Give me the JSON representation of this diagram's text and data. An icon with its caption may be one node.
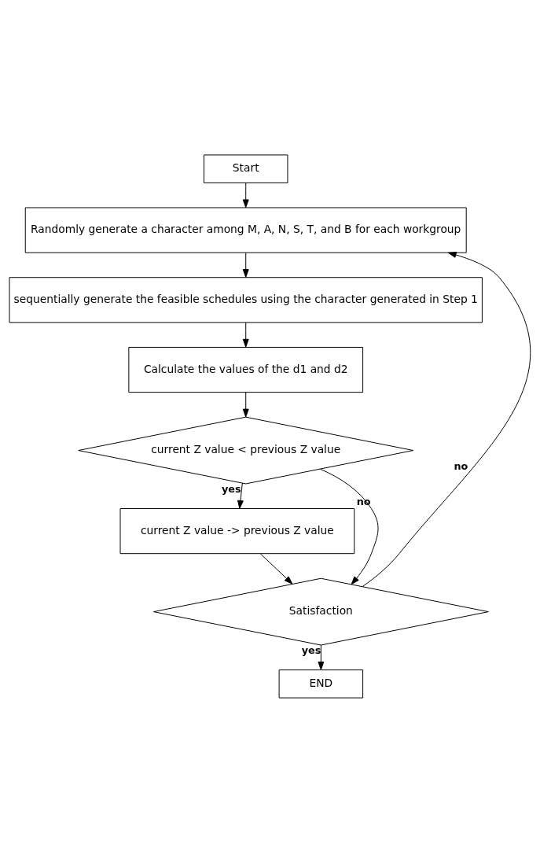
{
  "diagram": {
    "nodes": [
      {
        "text": [
          "Start"
        ]
      },
      {
        "text": [
          "Randomly generate a character among M, A, N, S, T, and B for each workgroup"
        ]
      },
      {
        "text": [
          "sequentially generate the feasible schedules using the character generated in Step 1"
        ]
      },
      {
        "text": [
          "Calculate the values of the d1 and d2"
        ]
      },
      {
        "text": [
          "current Z value < previous Z value"
        ]
      },
      {
        "text": [
          "current Z value -> previous Z value"
        ]
      },
      {
        "text": [
          "Satisfaction"
        ]
      },
      {
        "text": [
          "END"
        ]
      }
    ],
    "edges": [
      {
        "from": 0,
        "to": 1,
        "arrow": "to"
      },
      {
        "from": 1,
        "to": 2,
        "arrow": "to"
      },
      {
        "from": 2,
        "to": 3,
        "arrow": "to"
      },
      {
        "from": 3,
        "to": 4,
        "arrow": "to"
      },
      {
        "from": 4,
        "to": 5,
        "arrow": "to",
        "label": "yes"
      },
      {
        "from": 4,
        "to": 6,
        "arrow": "to",
        "label": "no"
      },
      {
        "from": 5,
        "to": 6,
        "arrow": "to"
      },
      {
        "from": 6,
        "to": 1,
        "arrow": "to",
        "label": "no"
      },
      {
        "from": 6,
        "to": 7,
        "arrow": "to",
        "label": "yes"
      }
    ]
  }
}
